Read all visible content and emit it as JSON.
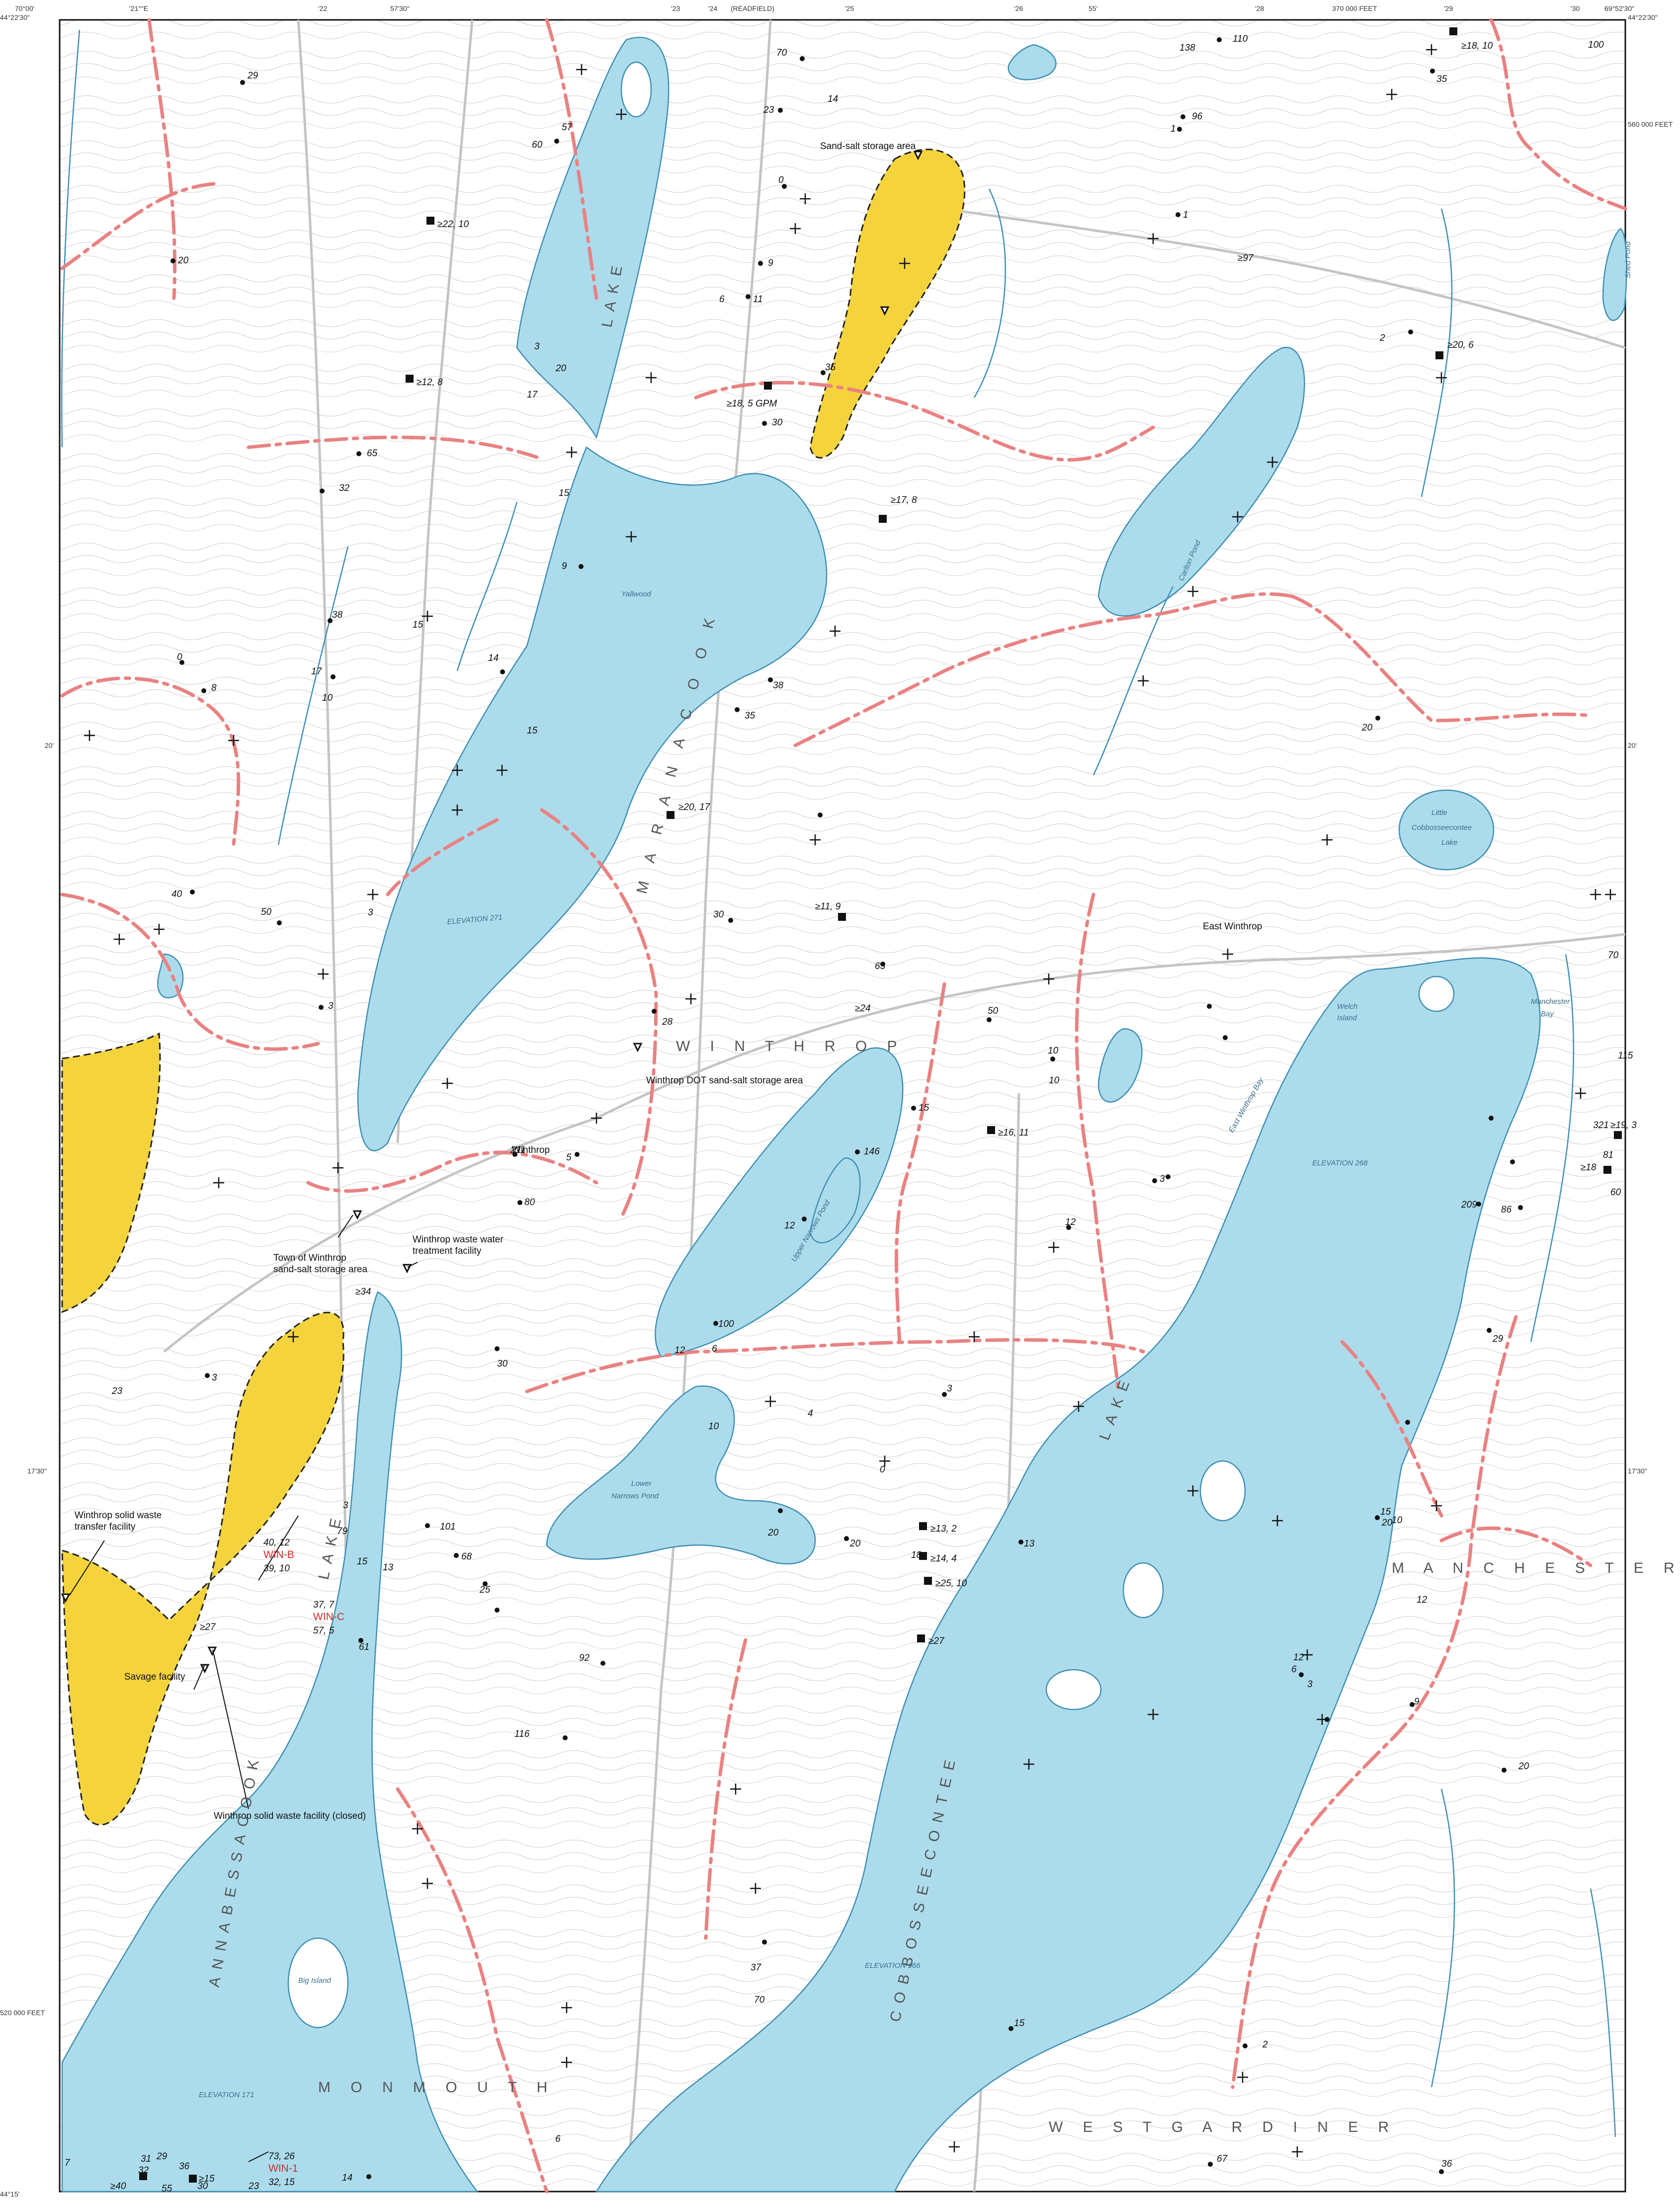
{
  "map": {
    "corner_top_left": "70°00'",
    "corner_top_right": "69°52'30\"",
    "lat_top_right": "44°22'30\"",
    "lat_top_left": "44°22'30\"",
    "lat_mid_right": "20'",
    "lat_mid_left": "20'",
    "lat_lower_right": "17'30\"",
    "lat_lower_left": "17'30\"",
    "long_top_mid": "57'30\"",
    "long_top_mid2": "55'",
    "readfield": "(READFIELD)",
    "feet_top": "370 000 FEET",
    "feet_right": "560 000 FEET",
    "feet_left": "520 000 FEET",
    "lat_bottom_left": "44°15'",
    "top_ticks": [
      "'21''''E",
      "'22",
      "'23",
      "'24",
      "'25",
      "'26",
      "'28",
      "'29",
      "'30"
    ]
  },
  "colors": {
    "water": "#acdcec",
    "water_edge": "#3f8fb4",
    "aquifer": "#f5d33c",
    "boundary": "#e98282",
    "road": "#c8c8c8",
    "contour": "#cfcfcf"
  },
  "facilities": {
    "sand_salt_north": "Sand-salt storage area",
    "winthrop_dot": "Winthrop DOT sand-salt storage area",
    "town_winthrop_1": "Town of Winthrop",
    "town_winthrop_2": "sand-salt storage area",
    "waste_water_1": "Winthrop waste water",
    "waste_water_2": "treatment facility",
    "solid_transfer_1": "Winthrop solid waste",
    "solid_transfer_2": "transfer facility",
    "savage": "Savage facility",
    "solid_closed": "Winthrop solid waste facility (closed)"
  },
  "wells": {
    "win_b": "WIN-B",
    "win_c": "WIN-C",
    "win_1": "WIN-1",
    "win_b_v1": "40, 12",
    "win_b_v2": "39, 10",
    "win_c_v1": "37, 7",
    "win_c_v2": "57, 5",
    "win_1_v1": "73, 26",
    "win_1_v2": "32, 15"
  },
  "yields": [
    "≥22, 10",
    "≥12, 8",
    "≥18, 5 GPM",
    "≥17, 8",
    "≥20, 17",
    "≥11, 9",
    "≥16, 11",
    "≥13, 2",
    "≥14, 4",
    "≥25, 10",
    "≥27",
    "≥18, 10",
    "≥20, 6",
    "≥19, 3",
    "≥18",
    "≥97",
    "≥24",
    "≥34",
    "≥27",
    "≥15",
    "≥40"
  ],
  "depths": [
    "29",
    "20",
    "70",
    "23",
    "14",
    "57",
    "60",
    "0",
    "9",
    "6",
    "11",
    "35",
    "30",
    "3",
    "20",
    "17",
    "65",
    "32",
    "15",
    "9",
    "38",
    "15",
    "0",
    "8",
    "17",
    "10",
    "14",
    "38",
    "35",
    "15",
    "40",
    "50",
    "3",
    "3",
    "30",
    "28",
    "63",
    "211",
    "5",
    "80",
    "146",
    "12",
    "15",
    "50",
    "10",
    "10",
    "12",
    "3",
    "100",
    "6",
    "12",
    "30",
    "23",
    "3",
    "10",
    "4",
    "20",
    "20",
    "0",
    "18",
    "13",
    "101",
    "68",
    "25",
    "61",
    "92",
    "116",
    "3",
    "79",
    "15",
    "13",
    "37",
    "70",
    "15",
    "2",
    "67",
    "3",
    "6",
    "12",
    "9",
    "20",
    "12",
    "10",
    "15",
    "20",
    "29",
    "209",
    "86",
    "321",
    "81",
    "60",
    "115",
    "70",
    "138",
    "110",
    "96",
    "1",
    "1",
    "35",
    "100",
    "2",
    "20",
    "36",
    "14",
    "7",
    "31",
    "29",
    "32",
    "36",
    "55",
    "30",
    "23",
    "6",
    "3"
  ],
  "names": {
    "lake_maranacook": "M A R A N A C O O K",
    "lake_top": "LAKE",
    "winthrop": "W I N T H R O P",
    "monmouth": "M O N M O U T H",
    "manchester": "M A N C H E S T E R",
    "west_gardiner": "W E S T   G A R D I N E R",
    "annabessacook": "ANNABESSACOOK",
    "lake_annab": "LAKE",
    "cobbossee": "COBBOSSEECONTEE",
    "cobbossee_lake": "LAKE",
    "east_winthrop": "East Winthrop",
    "carlton_pond": "Carlton   Pond",
    "little_cobb_1": "Little",
    "little_cobb_2": "Cobbosseecontee",
    "little_cobb_3": "Lake",
    "lower_narrows": "Lower",
    "lower_narrows_2": "Narrows Pond",
    "upper_narrows": "Upper Narrows Pond",
    "manchester_bay": "Manchester",
    "manchester_bay_2": "Bay",
    "welch_island": "Welch",
    "welch_island_2": "Island",
    "elevation_271": "ELEVATION 271",
    "elevation_166": "ELEVATION 166",
    "elevation_171": "ELEVATION 171",
    "elevation_268": "ELEVATION 268",
    "big_island": "Big Island",
    "yallwood": "Yallwood",
    "east_winthrop_bay": "East Winthrop Bay",
    "shed_pond": "Shed Pond",
    "winthrop_town": "Winthrop"
  }
}
